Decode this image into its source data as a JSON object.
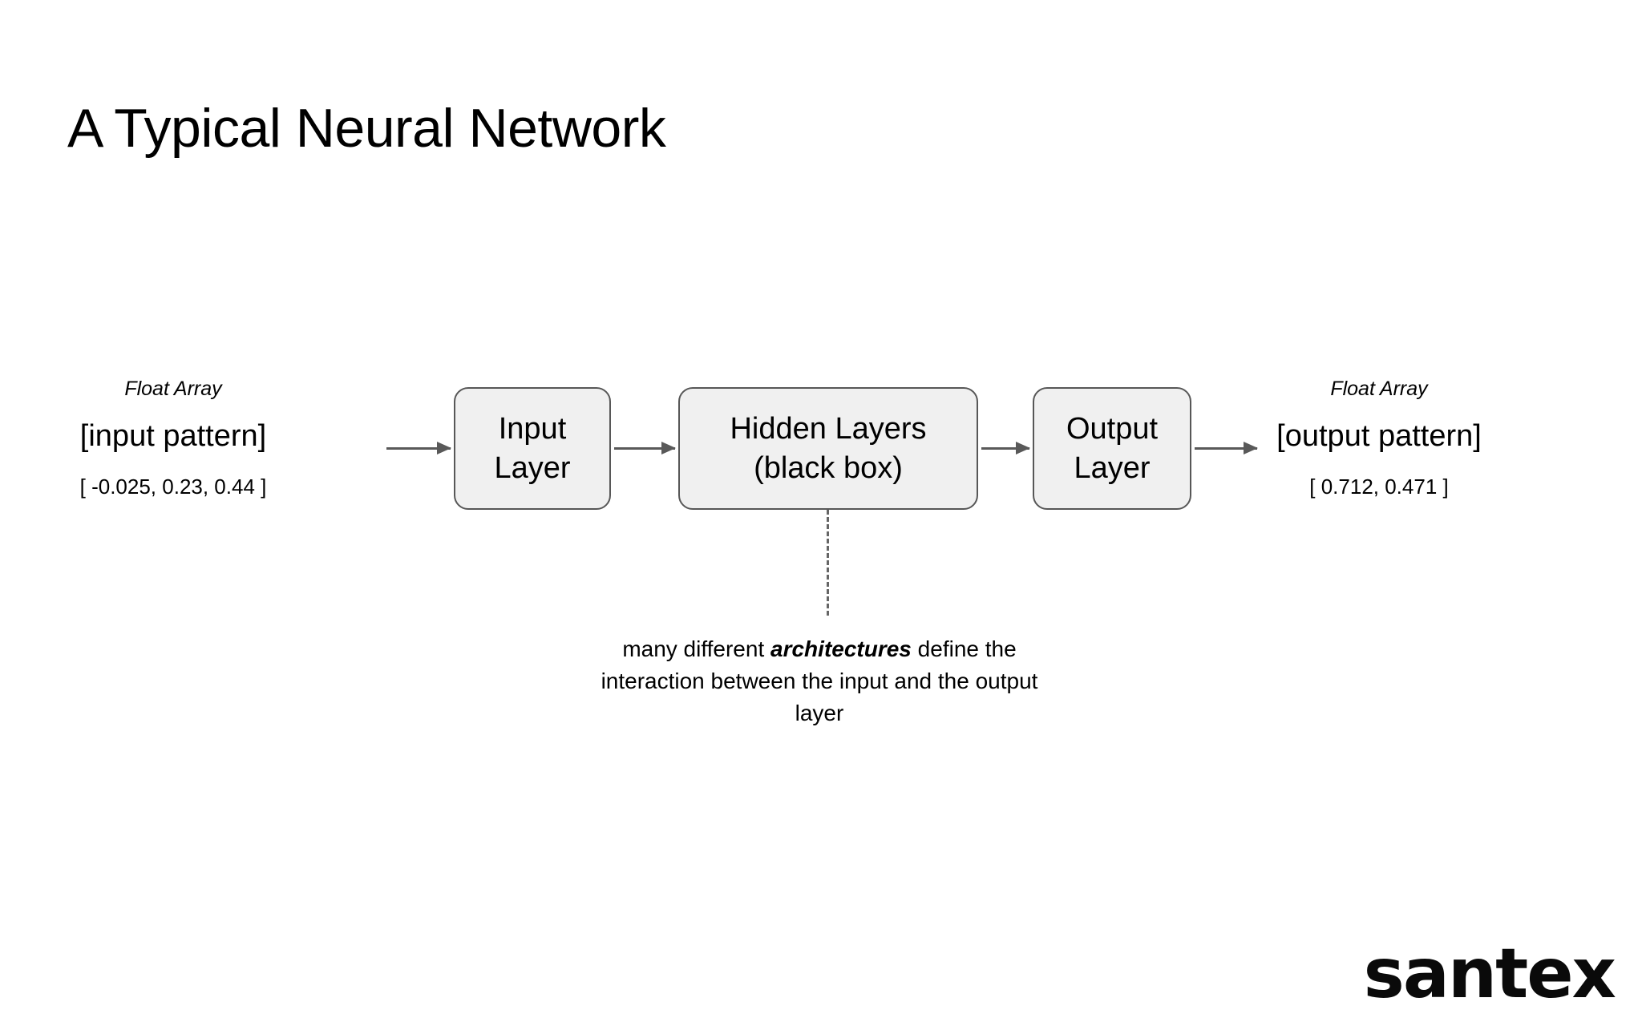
{
  "slide": {
    "title": "A Typical Neural Network",
    "background_color": "#ffffff"
  },
  "diagram": {
    "box_fill_color": "#f0f0f0",
    "box_border_color": "#575757",
    "arrow_color": "#595959",
    "dash_color": "#666666",
    "input_side": {
      "type_label": "Float Array",
      "pattern_label": "[input pattern]",
      "values_label": "[ -0.025, 0.23, 0.44 ]"
    },
    "output_side": {
      "type_label": "Float Array",
      "pattern_label": "[output pattern]",
      "values_label": "[ 0.712, 0.471 ]"
    },
    "boxes": [
      {
        "id": "input",
        "label": "Input\nLayer"
      },
      {
        "id": "hidden",
        "label": "Hidden Layers\n(black box)"
      },
      {
        "id": "output",
        "label": "Output\nLayer"
      }
    ],
    "caption": {
      "before": "many different ",
      "emphasis": "architectures",
      "after": " define the interaction between the input and the output layer"
    }
  },
  "branding": {
    "logo_text": "santex"
  }
}
